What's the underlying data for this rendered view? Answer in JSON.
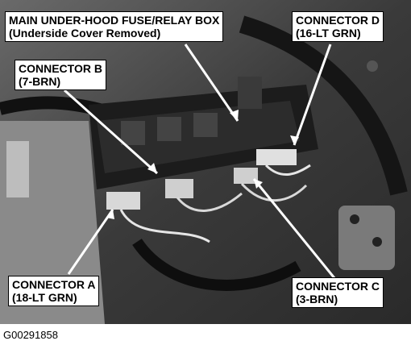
{
  "labels": {
    "fuse_box": {
      "line1": "MAIN UNDER-HOOD FUSE/RELAY BOX",
      "line2": "(Underside Cover Removed)"
    },
    "connector_d": {
      "line1": "CONNECTOR D",
      "line2": "(16-LT GRN)"
    },
    "connector_b": {
      "line1": "CONNECTOR B",
      "line2": "(7-BRN)"
    },
    "connector_a": {
      "line1": "CONNECTOR A",
      "line2": "(18-LT GRN)"
    },
    "connector_c": {
      "line1": "CONNECTOR C",
      "line2": "(3-BRN)"
    }
  },
  "figure_code": "G00291858"
}
